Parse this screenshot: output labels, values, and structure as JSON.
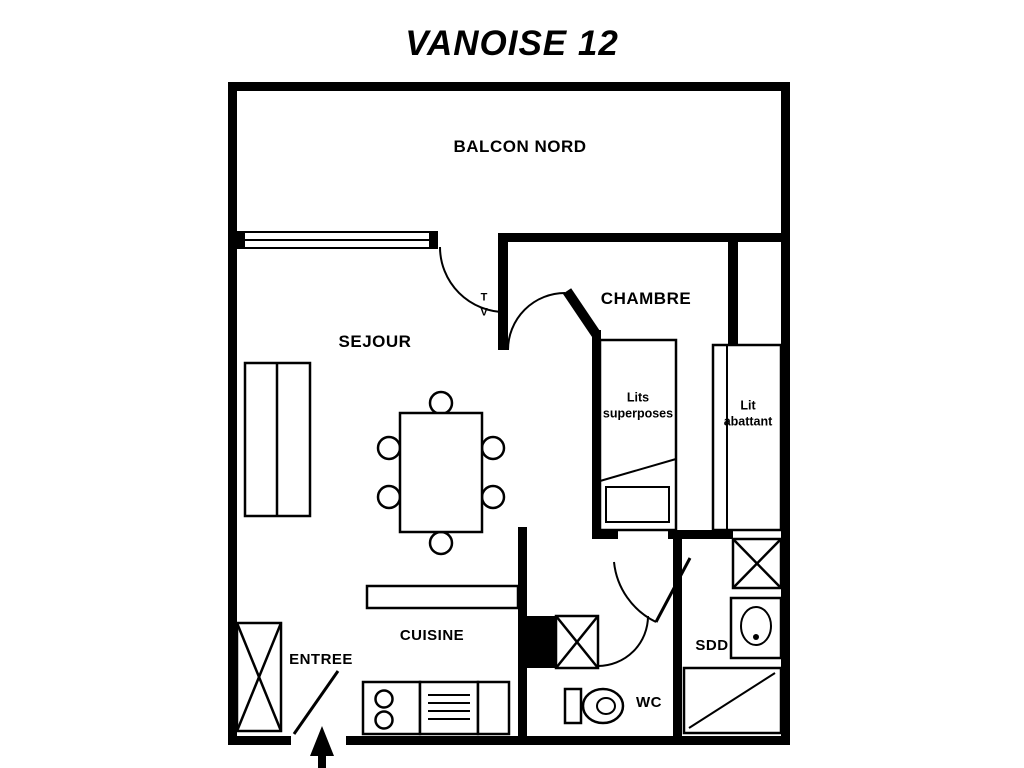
{
  "title": "VANOISE 12",
  "rooms": {
    "balcon": "BALCON NORD",
    "sejour": "SEJOUR",
    "chambre": "CHAMBRE",
    "cuisine": "CUISINE",
    "entree": "ENTREE",
    "wc": "WC",
    "sdd": "SDD"
  },
  "furniture": {
    "lits_superposes": "Lits superposes",
    "lit_abattant": "Lit abattant",
    "tv": "T V"
  },
  "colors": {
    "walls": "#000000",
    "background": "#ffffff",
    "text": "#000000"
  }
}
